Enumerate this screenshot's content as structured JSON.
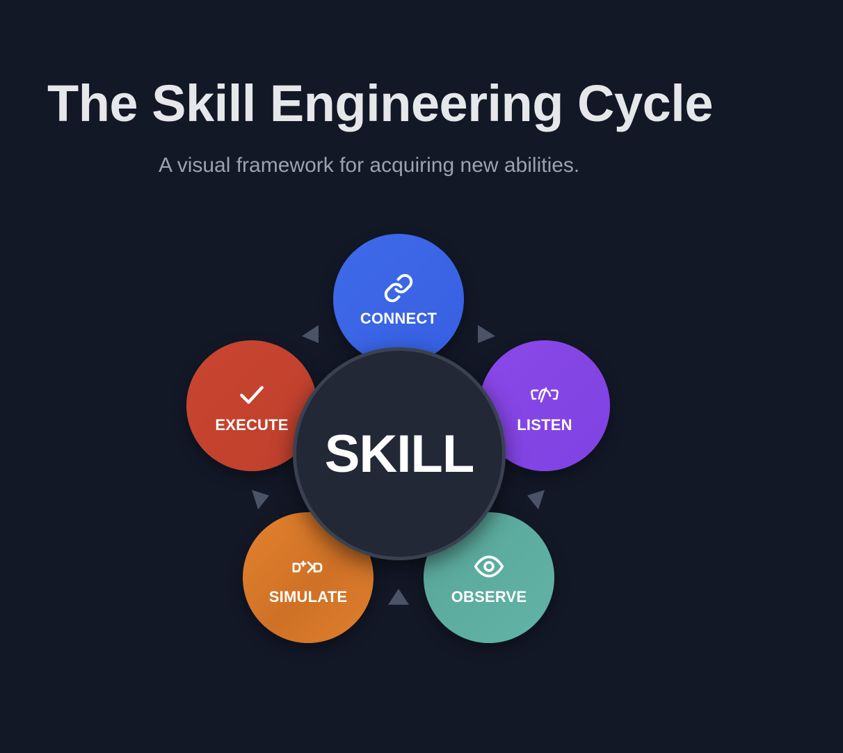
{
  "header": {
    "title": "The Skill Engineering Cycle",
    "subtitle": "A visual framework for acquiring new abilities."
  },
  "diagram": {
    "center_label": "SKILL",
    "center_color": "#222836",
    "center_border": "#3a4252",
    "arrow_color": "#4b5366",
    "nodes": [
      {
        "label": "CONNECT",
        "icon": "link-icon",
        "color": "#3b66e6"
      },
      {
        "label": "LISTEN",
        "icon": "listen-wave-icon",
        "color": "#8344e6"
      },
      {
        "label": "OBSERVE",
        "icon": "eye-icon",
        "color": "#5daea2"
      },
      {
        "label": "SIMULATE",
        "icon": "simulate-icon",
        "color": "#e07c2c"
      },
      {
        "label": "EXECUTE",
        "icon": "check-icon",
        "color": "#c4432f"
      }
    ],
    "flow": [
      "CONNECT",
      "LISTEN",
      "OBSERVE",
      "SIMULATE",
      "EXECUTE",
      "CONNECT"
    ]
  }
}
